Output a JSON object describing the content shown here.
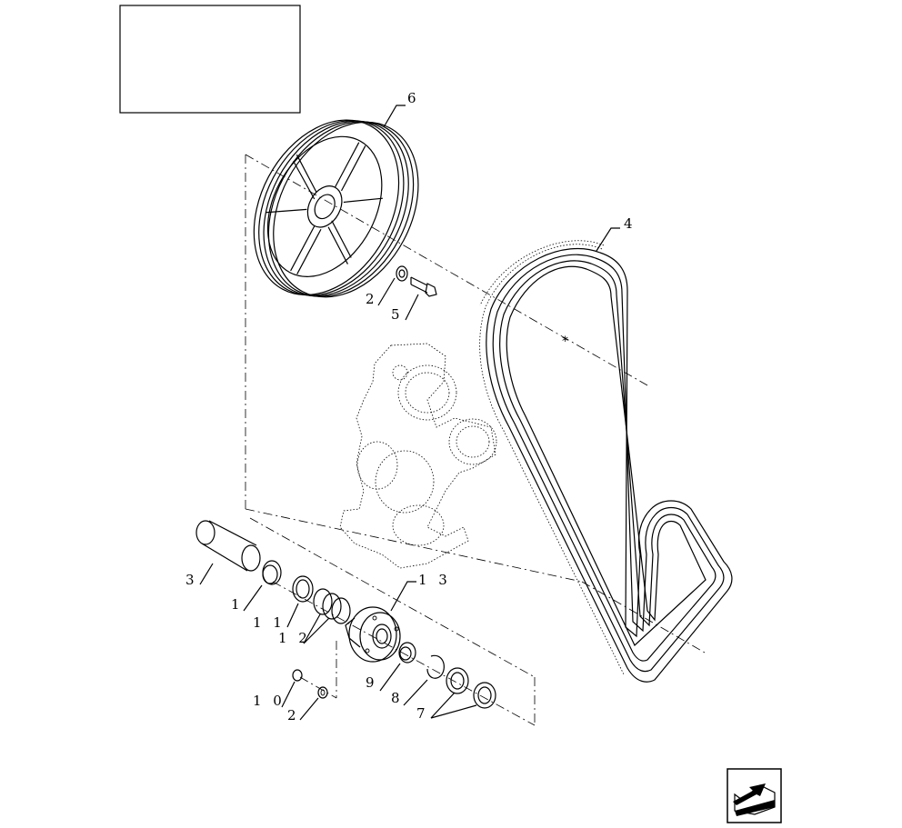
{
  "callouts": [
    {
      "id": "6",
      "text": "6"
    },
    {
      "id": "4",
      "text": "4"
    },
    {
      "id": "2a",
      "text": "2"
    },
    {
      "id": "5",
      "text": "5"
    },
    {
      "id": "3",
      "text": "3"
    },
    {
      "id": "1",
      "text": "1"
    },
    {
      "id": "11",
      "text": "1 1"
    },
    {
      "id": "12",
      "text": "1 2"
    },
    {
      "id": "13",
      "text": "1 3"
    },
    {
      "id": "9",
      "text": "9"
    },
    {
      "id": "8",
      "text": "8"
    },
    {
      "id": "7",
      "text": "7"
    },
    {
      "id": "10",
      "text": "1 0"
    },
    {
      "id": "2b",
      "text": "2"
    }
  ],
  "icons": {
    "nav": "arrow-back-icon"
  }
}
